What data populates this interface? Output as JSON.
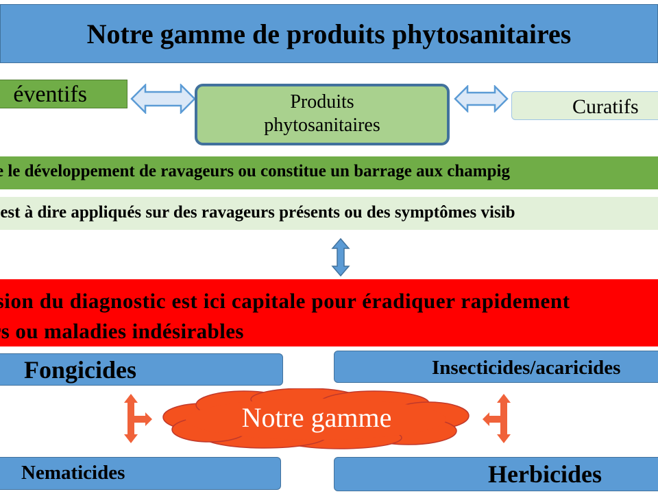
{
  "title": "Notre gamme de produits phytosanitaires",
  "nodes": {
    "preventifs": "éventifs",
    "center_line1": "Produits",
    "center_line2": "phytosanitaires",
    "curatifs": "Curatifs"
  },
  "bands": {
    "green": "e le développement de ravageurs ou constitue un barrage aux champig",
    "light": "’est à dire appliqués sur des ravageurs présents ou des symptômes visib",
    "red_line1": "cision du diagnostic est ici capitale pour éradiquer rapidement",
    "red_line2": "urs ou maladies indésirables"
  },
  "categories": {
    "fongicides": "Fongicides",
    "insecticides": "Insecticides/acaricides",
    "nematicides": "Nematicides",
    "herbicides": "Herbicides"
  },
  "cloud_label": "Notre gamme",
  "colors": {
    "title_blue": "#5b9bd5",
    "green": "#70ad47",
    "light_green": "#e2f0d9",
    "center_green": "#a9d18e",
    "red": "#ff0000",
    "cloud": "#f4511e",
    "arrow_orange": "#f0623a"
  },
  "icons": [
    "double-arrow-horizontal-icon",
    "double-arrow-vertical-icon",
    "elbow-double-arrow-icon",
    "cloud-shape"
  ]
}
